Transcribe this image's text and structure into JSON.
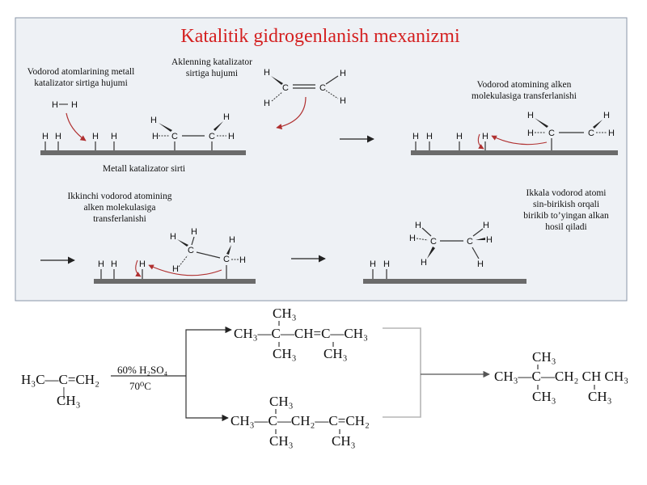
{
  "panel": {
    "title": "Katalitik gidrogenlanish mexanizmi",
    "captions": {
      "h2_attack": [
        "Vodorod atomlarining metall",
        "katalizator sirtiga hujumi"
      ],
      "alkene_attack": [
        "Aklenning katalizator",
        "sirtiga hujumi"
      ],
      "first_transfer": [
        "Vodorod atomining alken",
        "molekulasiga transferlanishi"
      ],
      "surface": "Metall katalizator sirti",
      "second_transfer": [
        "Ikkinchi vodorod atomining",
        "alken molekulasiga",
        "transferlanishi"
      ],
      "syn_addition": [
        "Ikkala vodorod atomi",
        "sin-birikish orqali",
        "birikib to’yingan alkan",
        "hosil qiladi"
      ]
    },
    "atoms": {
      "H": "H",
      "C": "C"
    },
    "colors": {
      "title": "#d42020",
      "h_highlight": "#d99b55",
      "h_red": "#cc3333",
      "arrow_red": "#b03030",
      "surface": "#6b6b6b",
      "panel_bg": "#eef1f5"
    }
  },
  "reaction": {
    "start": {
      "main": "H₃C—C=CH₂",
      "branch": "CH₃",
      "bond": "|"
    },
    "conditions": {
      "line1": "60% H₂SO₄",
      "line2": "70⁰C"
    },
    "product_a": {
      "top": "CH₃",
      "main": "CH₃—C—CH=C—CH₃",
      "bottom_left": "CH₃",
      "bottom_right": "CH₃"
    },
    "product_b": {
      "top": "CH₃",
      "main": "CH₃—C—CH₂—C=CH₂",
      "bottom_left": "CH₃",
      "bottom_right": "CH₃"
    },
    "final": {
      "top": "CH₃",
      "main": "CH₃—C—CH₂ CH CH₃",
      "bottom_left": "CH₃",
      "bottom_right": "CH₃"
    }
  }
}
